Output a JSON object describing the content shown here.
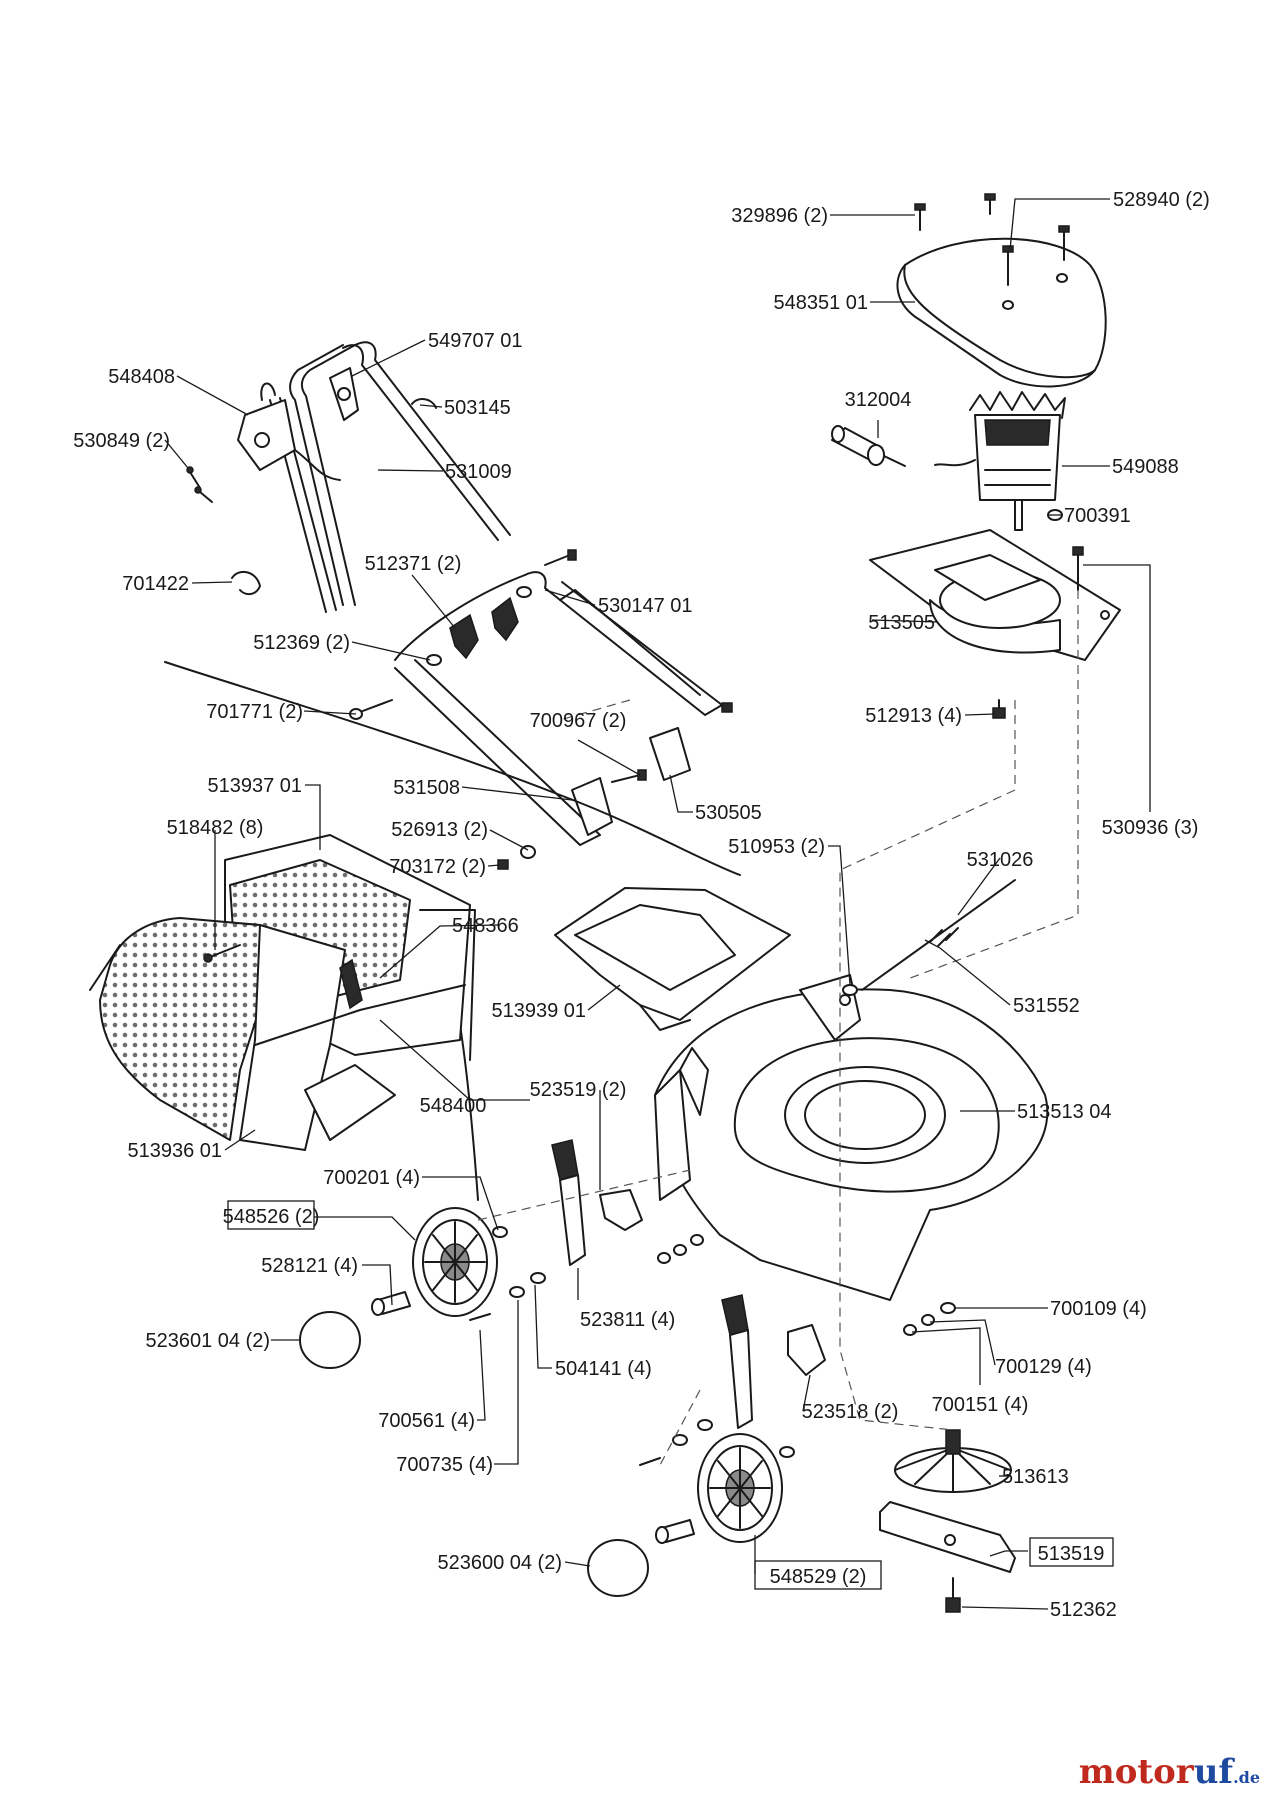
{
  "labels": {
    "p329896": "329896 (2)",
    "p528940": "528940 (2)",
    "p548351": "548351 01",
    "p312004": "312004",
    "p549088": "549088",
    "p700391": "700391",
    "p549707": "549707 01",
    "p548408": "548408",
    "p503145": "503145",
    "p530849": "530849 (2)",
    "p531009": "531009",
    "p701422": "701422",
    "p512371": "512371 (2)",
    "p530147": "530147 01",
    "p512369": "512369 (2)",
    "p513505": "513505",
    "p701771": "701771 (2)",
    "p700967": "700967 (2)",
    "p512913": "512913 (4)",
    "p513937": "513937 01",
    "p531508": "531508",
    "p530505": "530505",
    "p530936": "530936 (3)",
    "p518482": "518482 (8)",
    "p526913": "526913 (2)",
    "p703172": "703172 (2)",
    "p510953": "510953 (2)",
    "p531026": "531026",
    "p548366": "548366",
    "p513939": "513939 01",
    "p531552": "531552",
    "p548400": "548400",
    "p523519": "523519 (2)",
    "p513513": "513513 04",
    "p513936": "513936 01",
    "p700201": "700201 (4)",
    "p548526": "548526 (2)",
    "p528121": "528121 (4)",
    "p523811": "523811 (4)",
    "p700109": "700109 (4)",
    "p523601": "523601 04 (2)",
    "p504141": "504141 (4)",
    "p700129": "700129 (4)",
    "p700151": "700151 (4)",
    "p523518": "523518 (2)",
    "p700561": "700561 (4)",
    "p700735": "700735 (4)",
    "p513613": "513613",
    "p513519": "513519",
    "p523600": "523600 04 (2)",
    "p548529": "548529 (2)",
    "p512362": "512362"
  },
  "watermark": {
    "brand_red": "motor",
    "brand_blue": "uf",
    "tld": ".de"
  },
  "colors": {
    "line": "#1a1a1a",
    "brand_red": "#c02a1e",
    "brand_blue": "#1e4aa0"
  }
}
